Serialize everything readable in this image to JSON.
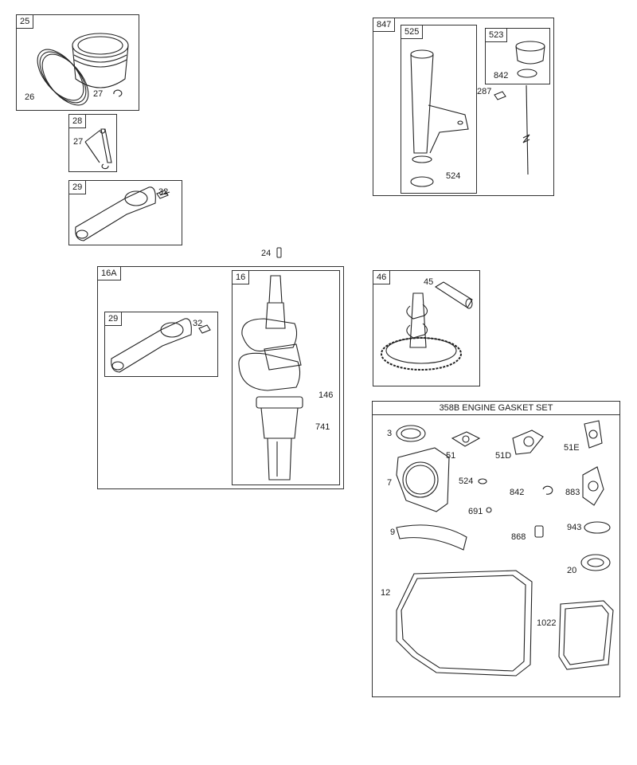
{
  "groups": {
    "piston": {
      "tag": "25",
      "parts": {
        "rings": "26",
        "clip": "27"
      }
    },
    "pin": {
      "tag": "28",
      "parts": {
        "clips": "27"
      }
    },
    "rod": {
      "tag": "29",
      "parts": {
        "bolt": "32"
      }
    },
    "key": {
      "part": "24"
    },
    "crank_kit": {
      "tag": "16A"
    },
    "crank_kit_rod": {
      "tag": "29",
      "parts": {
        "bolt": "32"
      }
    },
    "crankshaft": {
      "tag": "16",
      "parts": {
        "gear": "146",
        "key": "741"
      }
    },
    "dipstick": {
      "tag": "847",
      "parts": {
        "screw": "287"
      }
    },
    "tube": {
      "tag": "525",
      "parts": {
        "seal": "524"
      }
    },
    "cap": {
      "tag": "523",
      "parts": {
        "oring": "842"
      }
    },
    "camshaft": {
      "tag": "46",
      "parts": {
        "lifter": "45"
      }
    },
    "gasket_set": {
      "title": "358B ENGINE GASKET SET",
      "parts": {
        "p3": "3",
        "p51": "51",
        "p51d": "51D",
        "p51e": "51E",
        "p7": "7",
        "p524": "524",
        "p842": "842",
        "p883": "883",
        "p691": "691",
        "p9": "9",
        "p868": "868",
        "p943": "943",
        "p20": "20",
        "p12": "12",
        "p1022": "1022"
      }
    }
  }
}
